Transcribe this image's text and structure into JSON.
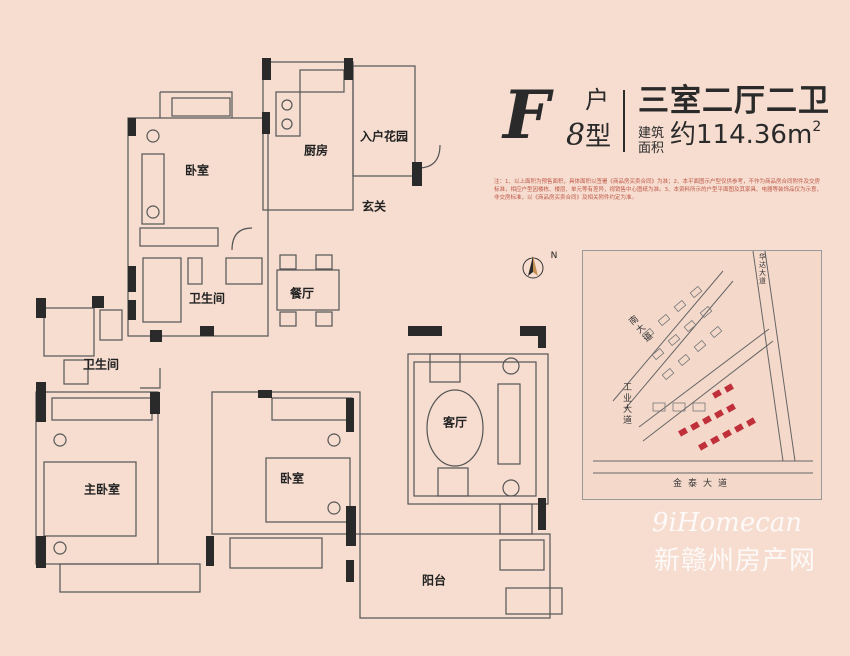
{
  "title": {
    "letter": "F",
    "hu": "户",
    "type_num": "8",
    "type_char": "型",
    "layout": "三室二厅二卫",
    "area_label": "建筑面积",
    "area_value": "约114.36m",
    "area_sup": "2"
  },
  "note": "注：1、以上面积为预售面积，具体面积以签署《商品房买卖合同》为准；2、本平面图示户型仅供参考，不作为商品房合同附件及交房标准，相应户型因楼栋、楼层、单元等有差异，视销售中心图纸为准。3、本资料所示的户型平面图及其家具、电器等装饰品仅为示意，非交房标准，以《商品房买卖合同》及相关附件约定为准。",
  "rooms": {
    "bedroom_top": "卧室",
    "kitchen": "厨房",
    "entry_garden": "入户花园",
    "foyer": "玄关",
    "bath_1": "卫生间",
    "dining": "餐厅",
    "bath_2": "卫生间",
    "living": "客厅",
    "master": "主卧室",
    "bedroom_mid": "卧室",
    "balcony": "阳台"
  },
  "map": {
    "north": "N",
    "road_top": "南大道",
    "road_left": "工业大道",
    "road_bottom": "金泰大道",
    "road_corner": "华达大道"
  },
  "watermark": {
    "line1": "9iHomecan",
    "line2": "新赣州房产网"
  },
  "colors": {
    "background": "#f6ddd0",
    "wall": "#2a2a2a",
    "line": "#555555",
    "highlight": "#c0303a"
  }
}
